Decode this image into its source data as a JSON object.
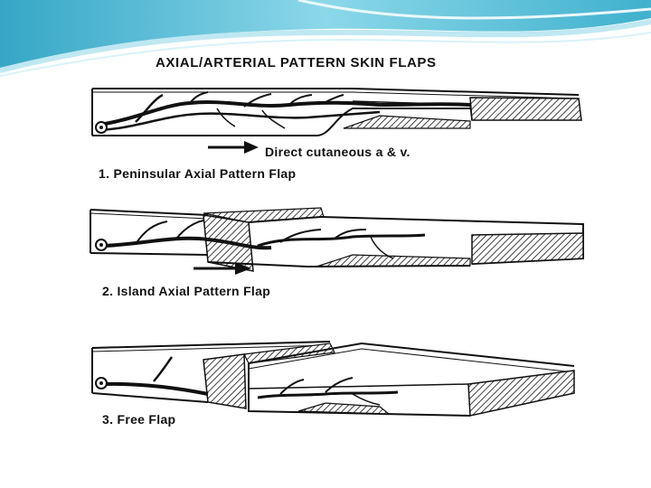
{
  "diagram": {
    "title": "AXIAL/ARTERIAL PATTERN SKIN FLAPS",
    "arrow_label": "Direct cutaneous a & v.",
    "panels": [
      {
        "caption": "1.  Peninsular Axial Pattern Flap"
      },
      {
        "caption": "2.  Island Axial Pattern Flap"
      },
      {
        "caption": "3.  Free Flap"
      }
    ]
  },
  "colors": {
    "ink": "#111111",
    "header_teal": "#2aa8c8",
    "header_light": "#bfe8f2",
    "paper": "#ffffff"
  }
}
